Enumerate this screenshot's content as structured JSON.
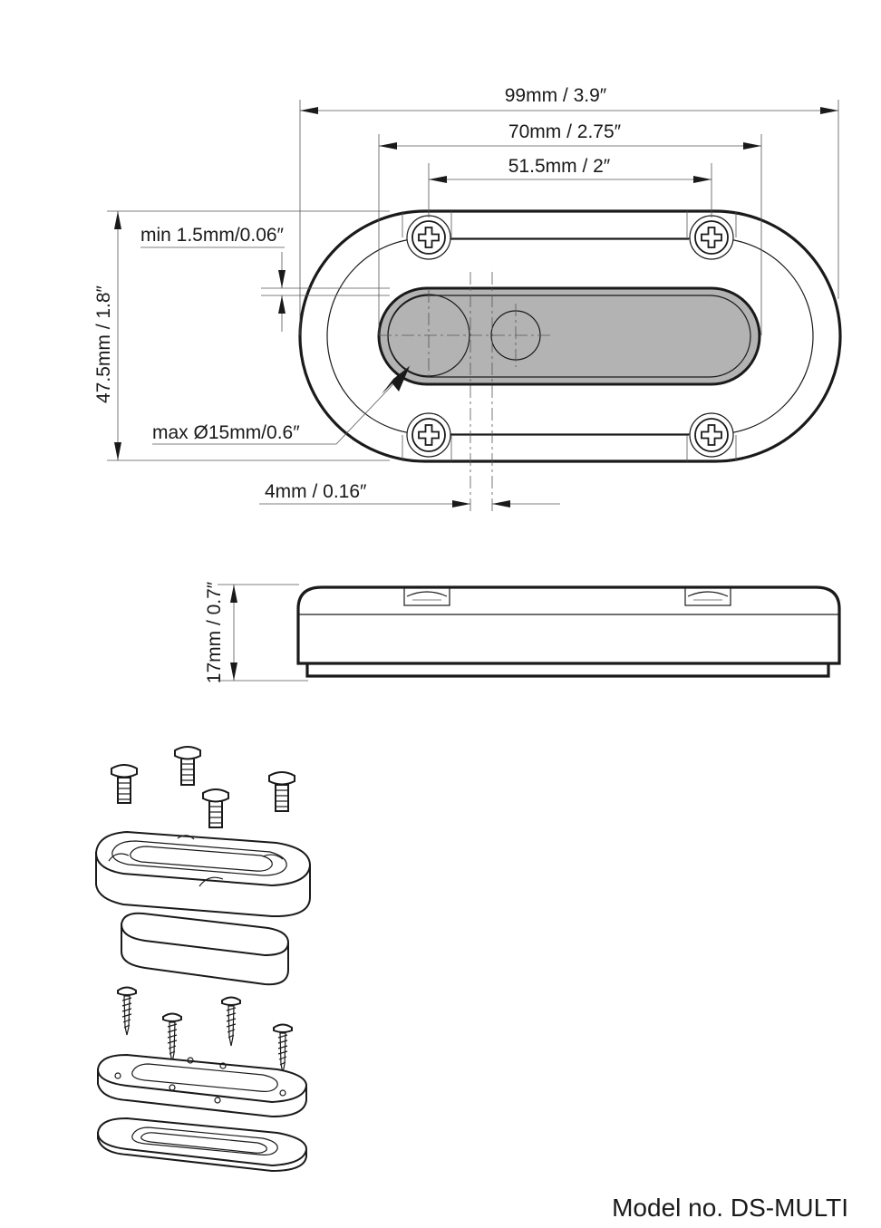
{
  "dimensions": {
    "overall_length": "99mm / 3.9″",
    "screw_spacing_outer": "70mm / 2.75″",
    "screw_spacing_inner": "51.5mm / 2″",
    "min_clearance": "min 1.5mm/0.06″",
    "height": "47.5mm / 1.8″",
    "max_cable_diameter": "max Ø15mm/0.6″",
    "slot_width": "4mm / 0.16″",
    "thickness": "17mm / 0.7″"
  },
  "model": "Model no. DS-MULTI",
  "colors": {
    "line": "#1a1a1a",
    "seal_fill": "#b3b3b3"
  }
}
